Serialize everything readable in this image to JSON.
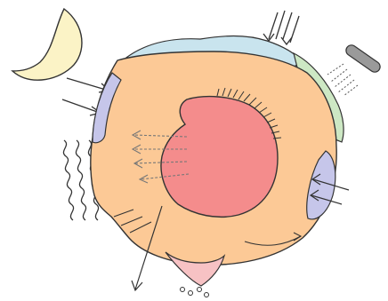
{
  "diagram": {
    "colors": {
      "moon": "#fbf3c6",
      "body": "#fcc996",
      "core": "#f48c8c",
      "cap_top": "#c9e4ee",
      "cap_right": "#cde8c4",
      "side_patch": "#c6c6ea",
      "bottom_tip": "#f7c2c4",
      "outline": "#333333"
    },
    "elements": [
      "moon-icon",
      "incoming-arrows-left",
      "heat-wave-icon",
      "rain-arrows-top",
      "shower-head-icon",
      "cell-body",
      "nucleus",
      "side-patch-left",
      "side-patch-right",
      "bottom-drip"
    ]
  }
}
